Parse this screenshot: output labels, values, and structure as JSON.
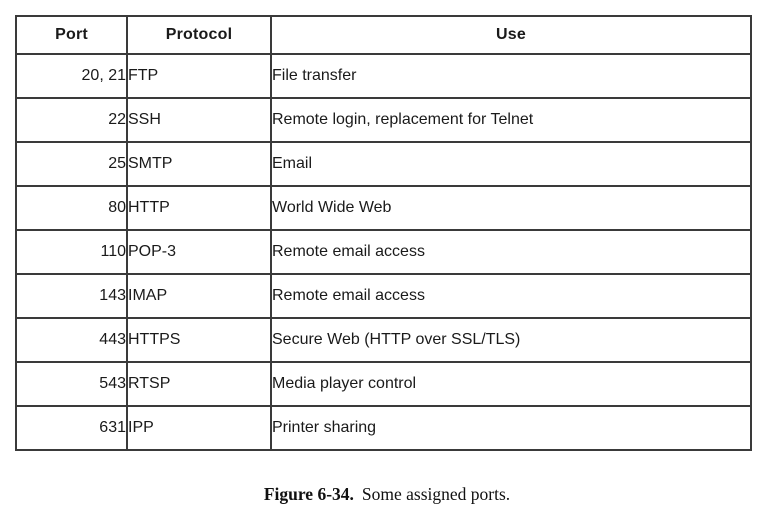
{
  "table": {
    "columns": [
      "Port",
      "Protocol",
      "Use"
    ],
    "rows": [
      {
        "port": "20, 21",
        "protocol": "FTP",
        "use": "File transfer"
      },
      {
        "port": "22",
        "protocol": "SSH",
        "use": "Remote login, replacement for Telnet"
      },
      {
        "port": "25",
        "protocol": "SMTP",
        "use": "Email"
      },
      {
        "port": "80",
        "protocol": "HTTP",
        "use": "World Wide Web"
      },
      {
        "port": "110",
        "protocol": "POP-3",
        "use": "Remote email access"
      },
      {
        "port": "143",
        "protocol": "IMAP",
        "use": "Remote email access"
      },
      {
        "port": "443",
        "protocol": "HTTPS",
        "use": "Secure Web (HTTP over SSL/TLS)"
      },
      {
        "port": "543",
        "protocol": "RTSP",
        "use": "Media player control"
      },
      {
        "port": "631",
        "protocol": "IPP",
        "use": "Printer sharing"
      }
    ]
  },
  "caption": {
    "label": "Figure 6-34.",
    "text": "Some assigned ports."
  }
}
